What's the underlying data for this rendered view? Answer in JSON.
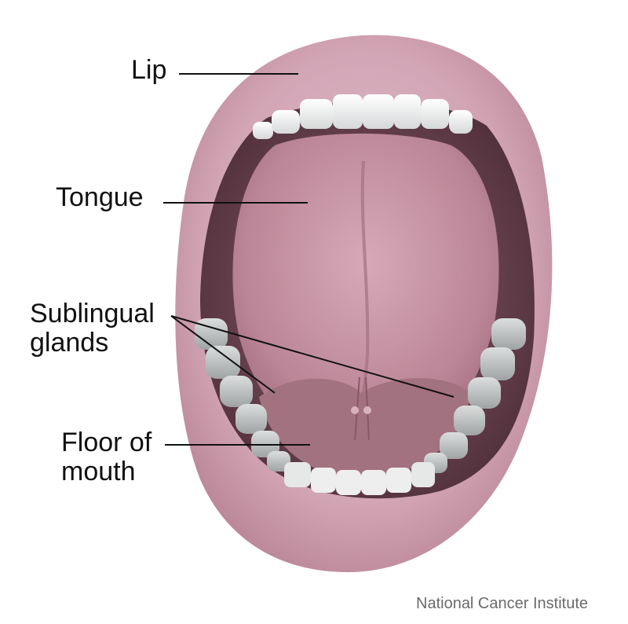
{
  "labels": {
    "lip": "Lip",
    "tongue": "Tongue",
    "sublingual_line1": "Sublingual",
    "sublingual_line2": "glands",
    "floor_line1": "Floor of",
    "floor_line2": "mouth"
  },
  "credit": "National Cancer Institute",
  "colors": {
    "lip": "#c99aab",
    "lip_dark": "#a97386",
    "cavity": "#6b4552",
    "tongue": "#bf8a9c",
    "tooth": "#f1f2f2",
    "lower_tooth": "#c3c5c6",
    "leader_line": "#111111"
  }
}
